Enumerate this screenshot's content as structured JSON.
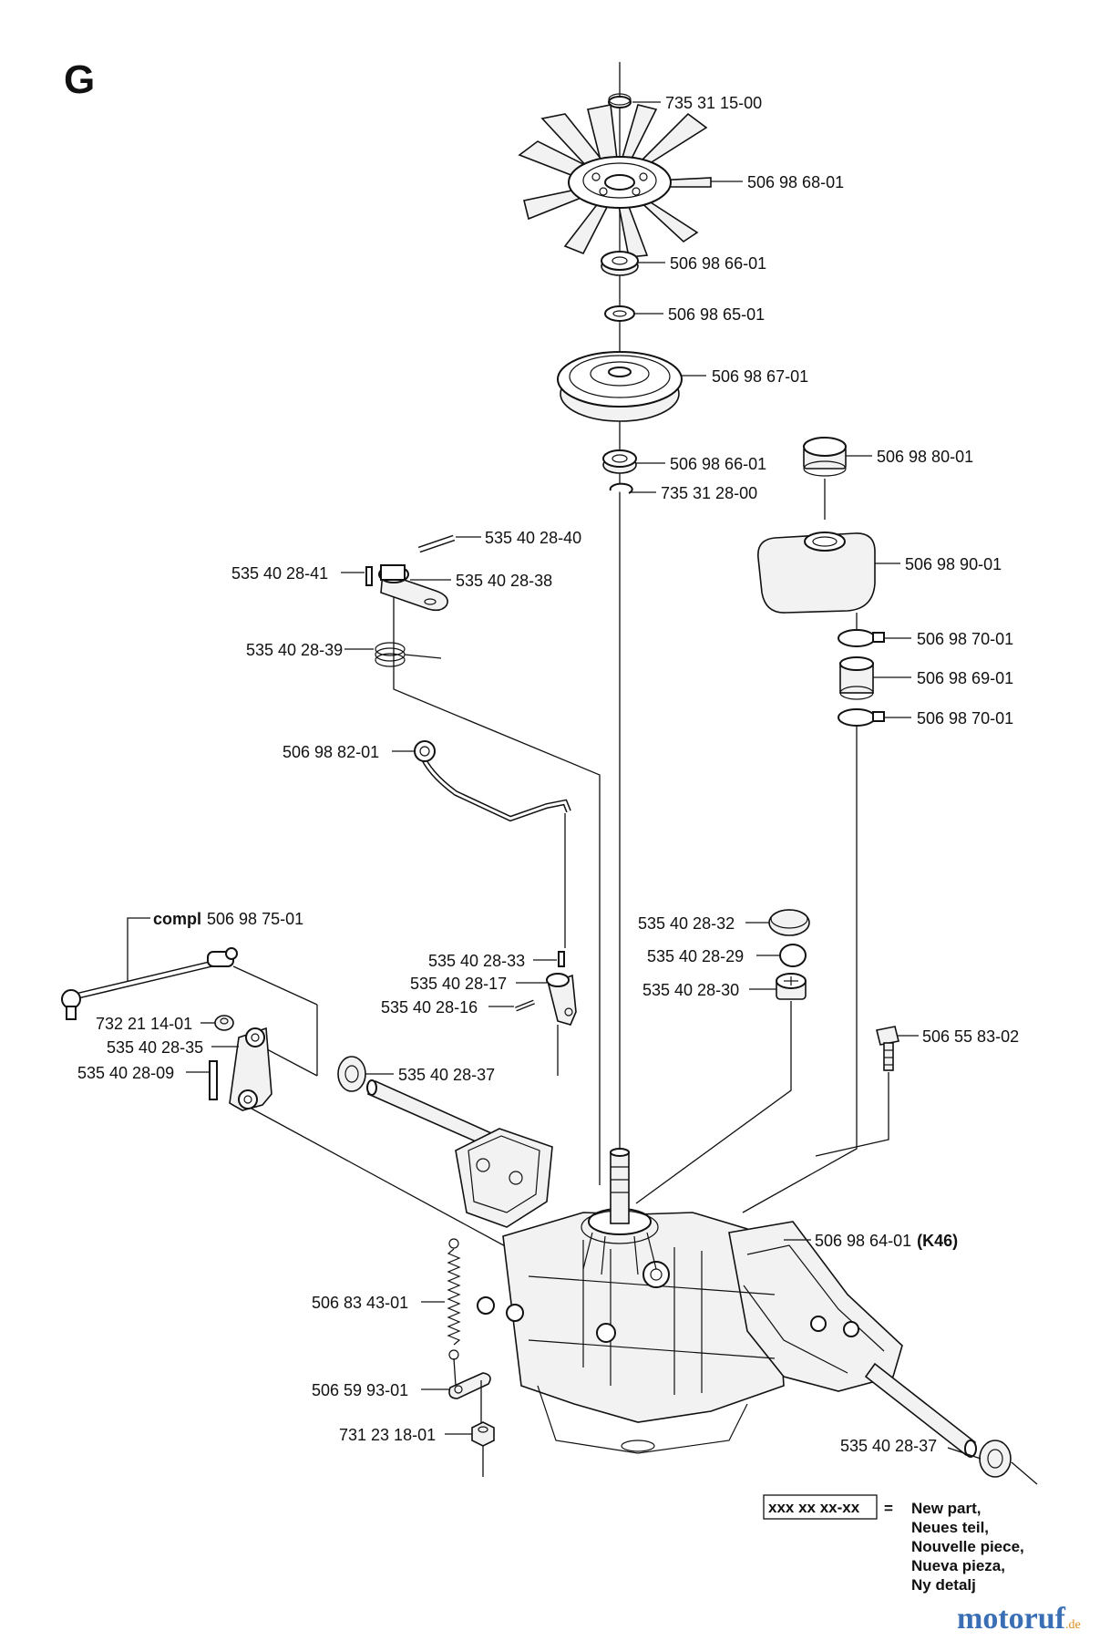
{
  "section_letter": "G",
  "parts": {
    "p735311500": "735 31 15-00",
    "p506986801": "506 98 68-01",
    "p506986601_top": "506 98 66-01",
    "p506986501": "506 98 65-01",
    "p506986701": "506 98 67-01",
    "p506986601_bot": "506 98 66-01",
    "p735312800": "735 31 28-00",
    "p506988001": "506 98 80-01",
    "p506989001": "506 98 90-01",
    "p506987001_a": "506 98 70-01",
    "p506986901": "506 98 69-01",
    "p506987001_b": "506 98 70-01",
    "p535402840": "535 40 28-40",
    "p535402841": "535 40 28-41",
    "p535402838": "535 40 28-38",
    "p535402839": "535 40 28-39",
    "p506988201": "506 98 82-01",
    "compl_prefix": "compl",
    "p506987501": "506 98 75-01",
    "p535402832": "535 40 28-32",
    "p535402829": "535 40 28-29",
    "p535402830": "535 40 28-30",
    "p535402833": "535 40 28-33",
    "p535402817": "535 40 28-17",
    "p535402816": "535 40 28-16",
    "p732211401": "732 21 14-01",
    "p535402835": "535 40 28-35",
    "p535402809": "535 40 28-09",
    "p535402837_a": "535 40 28-37",
    "p506558302": "506 55 83-02",
    "p506986401": "506 98 64-01",
    "p506986401_tag": "(K46)",
    "p506834301": "506 83 43-01",
    "p506599301": "506 59 93-01",
    "p731231801": "731 23 18-01",
    "p535402837_b": "535 40 28-37"
  },
  "legend": {
    "code": "xxx xx xx-xx",
    "equals": "=",
    "lines": [
      "New part,",
      "Neues teil,",
      "Nouvelle piece,",
      "Nueva pieza,",
      "Ny detalj"
    ]
  },
  "brand": {
    "name": "motoruf",
    "tld": ".de",
    "colors": {
      "mo": "#3a6fb5",
      "to": "#e08a1e",
      "ruf": "#3a6fb5"
    }
  }
}
